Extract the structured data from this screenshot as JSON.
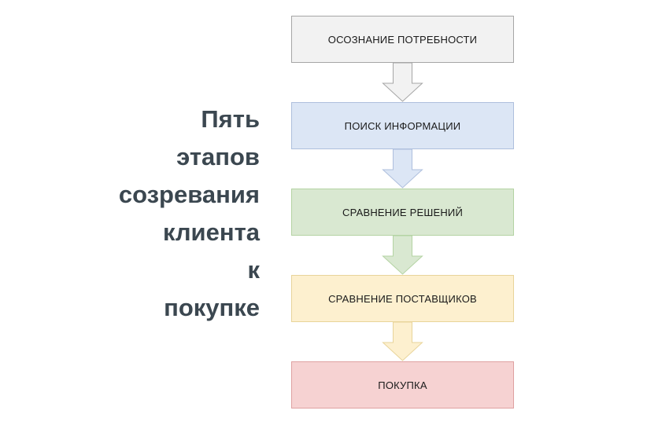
{
  "page": {
    "background": "#ffffff",
    "title_block": {
      "text": "Пять\nэтапов\nсозревания\nклиента\nк\nпокупке",
      "lines": [
        "Пять",
        "этапов",
        "созревания",
        "клиента",
        "к",
        "покупке"
      ],
      "align": "right",
      "color": "#3b4750"
    }
  },
  "flow": {
    "direction": "top-to-bottom",
    "stages": [
      {
        "index": 1,
        "label": "ОСОЗНАНИЕ ПОТРЕБНОСТИ",
        "fill": "#f2f2f2",
        "stroke": "#a6a6a6"
      },
      {
        "index": 2,
        "label": "ПОИСК ИНФОРМАЦИИ",
        "fill": "#dce6f5",
        "stroke": "#aebfdd"
      },
      {
        "index": 3,
        "label": "СРАВНЕНИЕ РЕШЕНИЙ",
        "fill": "#d9e8d1",
        "stroke": "#b4d3a3"
      },
      {
        "index": 4,
        "label": "СРАВНЕНИЕ ПОСТАВЩИКОВ",
        "fill": "#fdf0cf",
        "stroke": "#e8d49a"
      },
      {
        "index": 5,
        "label": "ПОКУПКА",
        "fill": "#f6d2d2",
        "stroke": "#dfa1a1"
      }
    ],
    "connectors": [
      {
        "from": 1,
        "to": 2,
        "icon": "arrow-down-icon",
        "fill": "#f2f2f2",
        "stroke": "#a6a6a6"
      },
      {
        "from": 2,
        "to": 3,
        "icon": "arrow-down-icon",
        "fill": "#dce6f5",
        "stroke": "#aebfdd"
      },
      {
        "from": 3,
        "to": 4,
        "icon": "arrow-down-icon",
        "fill": "#d9e8d1",
        "stroke": "#b4d3a3"
      },
      {
        "from": 4,
        "to": 5,
        "icon": "arrow-down-icon",
        "fill": "#fdf0cf",
        "stroke": "#e8d49a"
      }
    ]
  }
}
